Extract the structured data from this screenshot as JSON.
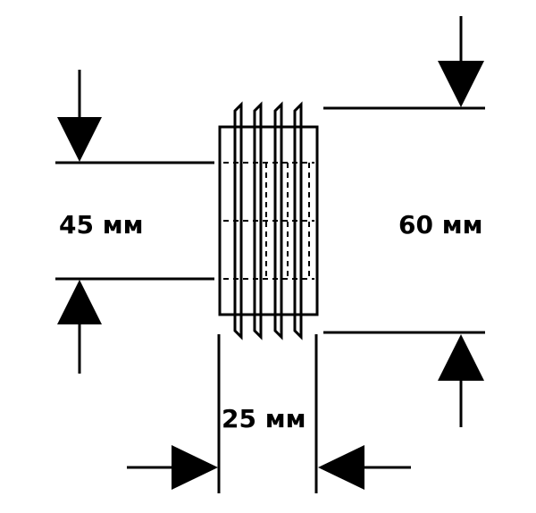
{
  "dimensions": {
    "inner_diameter": "45 мм",
    "outer_diameter": "60 мм",
    "length": "25 мм"
  },
  "colors": {
    "ink": "#000000",
    "background": "#ffffff"
  }
}
